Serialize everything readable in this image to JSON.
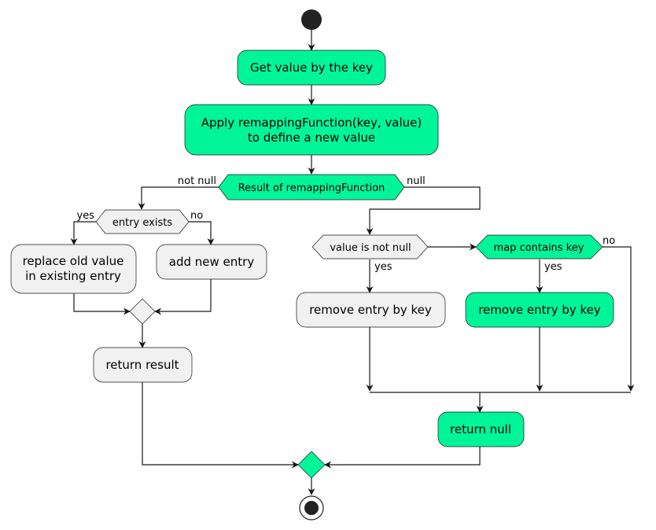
{
  "colors": {
    "highlight": "#00F598",
    "neutral": "#F1F1F1",
    "border": "#181818",
    "terminal": "#222222"
  },
  "nodes": {
    "get_value": "Get value by the key",
    "apply_line1": "Apply remappingFunction(key, value)",
    "apply_line2": "to define a new value",
    "result_decision": "Result of remappingFunction",
    "entry_exists": "entry exists",
    "replace_line1": "replace old value",
    "replace_line2": "in existing entry",
    "add_entry": "add new entry",
    "return_result": "return result",
    "value_not_null": "value is not null",
    "map_contains_key": "map contains key",
    "remove_entry_left": "remove entry by key",
    "remove_entry_right": "remove entry by key",
    "return_null": "return null"
  },
  "labels": {
    "not_null": "not null",
    "null": "null",
    "yes_entry": "yes",
    "no_entry": "no",
    "yes_value": "yes",
    "yes_map": "yes",
    "no_map": "no"
  }
}
